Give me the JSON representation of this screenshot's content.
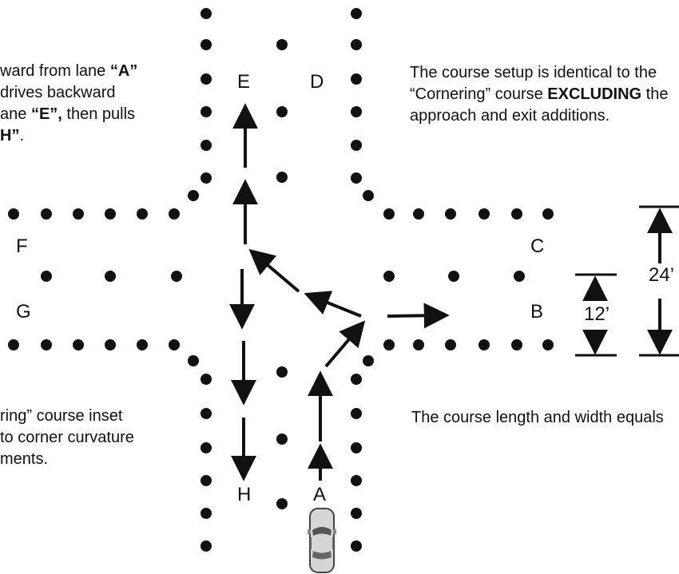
{
  "text_left_top": {
    "line1": {
      "pre": "ward from lane ",
      "b": "“A”",
      "post": ""
    },
    "line2": {
      "pre": "drives backward",
      "b": "",
      "post": ""
    },
    "line3": {
      "pre": "ane ",
      "b": "“E”,",
      "post": " then pulls"
    },
    "line4": {
      "pre": "",
      "b": "H”",
      "post": "."
    }
  },
  "text_right_top": {
    "line1": {
      "pre": "The course setup is identical to the",
      "b": "",
      "post": ""
    },
    "line2": {
      "pre": "“Cornering” course ",
      "b": "EXCLUDING",
      "post": " the"
    },
    "line3": {
      "pre": "approach and exit additions.",
      "b": "",
      "post": ""
    }
  },
  "text_left_bottom": {
    "line1": "ring” course inset",
    "line2": "to corner curvature",
    "line3": "ments."
  },
  "text_right_bottom": {
    "line1": "The course length and width equals"
  },
  "lanes": {
    "a": "A",
    "b": "B",
    "c": "C",
    "d": "D",
    "e": "E",
    "f": "F",
    "g": "G",
    "h": "H"
  },
  "dimensions": {
    "small": "12’",
    "large": "24’"
  },
  "colors": {
    "ink": "#111111",
    "background": "#ffffff",
    "car_body": "#d6d6d6",
    "car_outline": "#444444"
  },
  "icons": {
    "vehicle": "car-top-view-icon",
    "cone": "cone-dot-icon",
    "arrow": "path-arrow-icon"
  }
}
